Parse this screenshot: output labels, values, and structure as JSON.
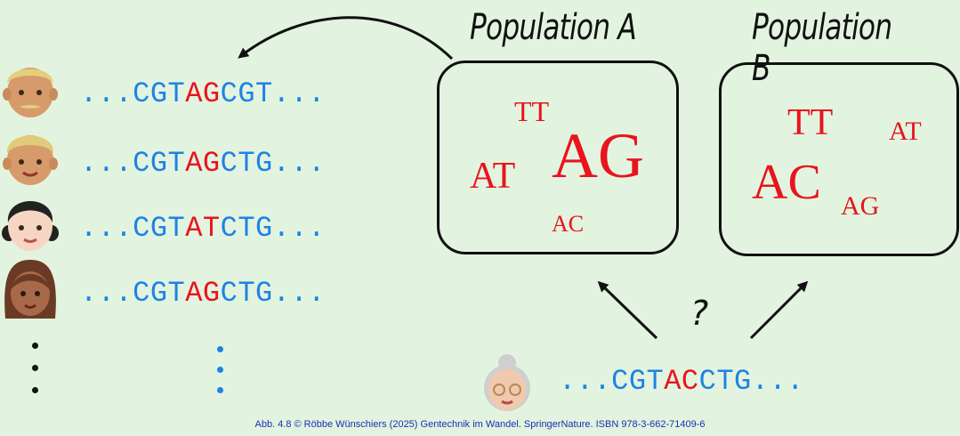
{
  "population_a": {
    "title": "Population A",
    "alleles": [
      {
        "text": "TT",
        "size": "small"
      },
      {
        "text": "AG",
        "size": "large"
      },
      {
        "text": "AT",
        "size": "medium"
      },
      {
        "text": "AC",
        "size": "small"
      }
    ]
  },
  "population_b": {
    "title": "Population B",
    "alleles": [
      {
        "text": "TT",
        "size": "medium"
      },
      {
        "text": "AT",
        "size": "small"
      },
      {
        "text": "AC",
        "size": "large"
      },
      {
        "text": "AG",
        "size": "small"
      }
    ]
  },
  "individuals": [
    {
      "icon": "older-man-emoji",
      "prefix": "...CGT",
      "snp": "AG",
      "suffix": "CGT..."
    },
    {
      "icon": "blond-boy-emoji",
      "prefix": "...CGT",
      "snp": "AG",
      "suffix": "CTG..."
    },
    {
      "icon": "girl-emoji",
      "prefix": "...CGT",
      "snp": "AT",
      "suffix": "CTG..."
    },
    {
      "icon": "woman-emoji",
      "prefix": "...CGT",
      "snp": "AG",
      "suffix": "CTG..."
    }
  ],
  "ancestor": {
    "icon": "grandmother-emoji",
    "prefix": "...CGT",
    "snp": "AC",
    "suffix": "CTG..."
  },
  "question_mark": "?",
  "credit": "Abb. 4.8 © Röbbe Wünschiers (2025) Gentechnik im Wandel. SpringerNature. ISBN 978-3-662-71409-6",
  "colors": {
    "background": "#e2f4df",
    "sequence": "#1e82e6",
    "snp": "#e8141e",
    "credit": "#1a2db5"
  }
}
